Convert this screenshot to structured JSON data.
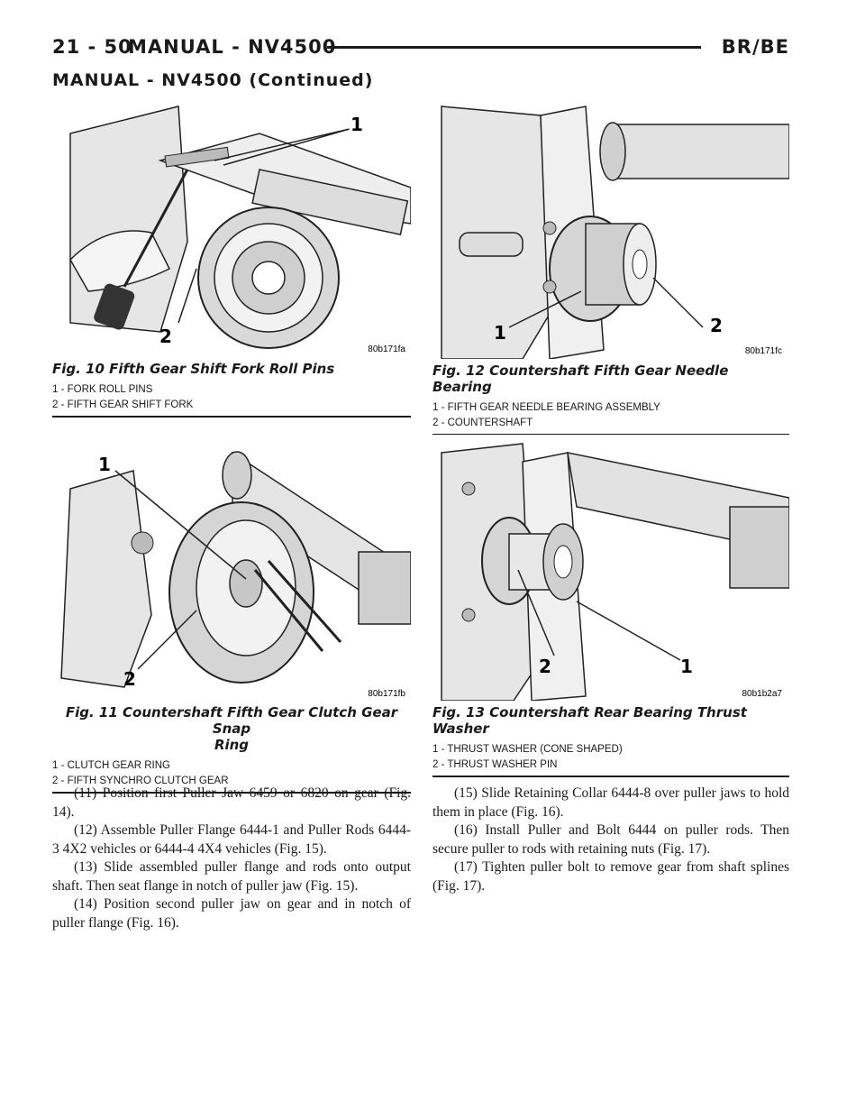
{
  "header": {
    "page_number": "21 - 50",
    "title": "MANUAL - NV4500",
    "model": "BR/BE"
  },
  "continued_title": "MANUAL - NV4500 (Continued)",
  "figures": {
    "fig10": {
      "code": "80b171fa",
      "caption": "Fig. 10 Fifth Gear Shift Fork Roll Pins",
      "callouts": [
        "1",
        "2"
      ],
      "legend": [
        "1 - FORK ROLL PINS",
        "2 - FIFTH GEAR SHIFT FORK"
      ]
    },
    "fig11": {
      "code": "80b171fb",
      "caption_line1": "Fig. 11 Countershaft Fifth Gear Clutch Gear Snap",
      "caption_line2": "Ring",
      "callouts": [
        "1",
        "2"
      ],
      "legend": [
        "1 - CLUTCH GEAR RING",
        "2 - FIFTH SYNCHRO CLUTCH GEAR"
      ]
    },
    "fig12": {
      "code": "80b171fc",
      "caption": "Fig. 12 Countershaft Fifth Gear Needle Bearing",
      "callouts": [
        "1",
        "2"
      ],
      "legend": [
        "1 - FIFTH GEAR NEEDLE BEARING ASSEMBLY",
        "2 - COUNTERSHAFT"
      ]
    },
    "fig13": {
      "code": "80b1b2a7",
      "caption": "Fig. 13 Countershaft Rear Bearing Thrust Washer",
      "callouts": [
        "2",
        "1"
      ],
      "legend": [
        "1 - THRUST WASHER (CONE SHAPED)",
        "2 - THRUST WASHER PIN"
      ]
    }
  },
  "steps_left": [
    "(11) Position first Puller Jaw 6459 or 6820 on gear (Fig. 14).",
    "(12) Assemble Puller Flange 6444-1 and Puller Rods 6444-3 4X2 vehicles or 6444-4 4X4 vehicles (Fig. 15).",
    "(13) Slide assembled puller flange and rods onto output shaft. Then seat flange in notch of puller jaw (Fig. 15).",
    "(14) Position second puller jaw on gear and in notch of puller flange (Fig. 16)."
  ],
  "steps_right": [
    "(15) Slide Retaining Collar 6444-8 over puller jaws to hold them in place (Fig. 16).",
    "(16) Install Puller and Bolt 6444 on puller rods. Then secure puller to rods with retaining nuts (Fig. 17).",
    "(17) Tighten puller bolt to remove gear from shaft splines (Fig. 17)."
  ]
}
